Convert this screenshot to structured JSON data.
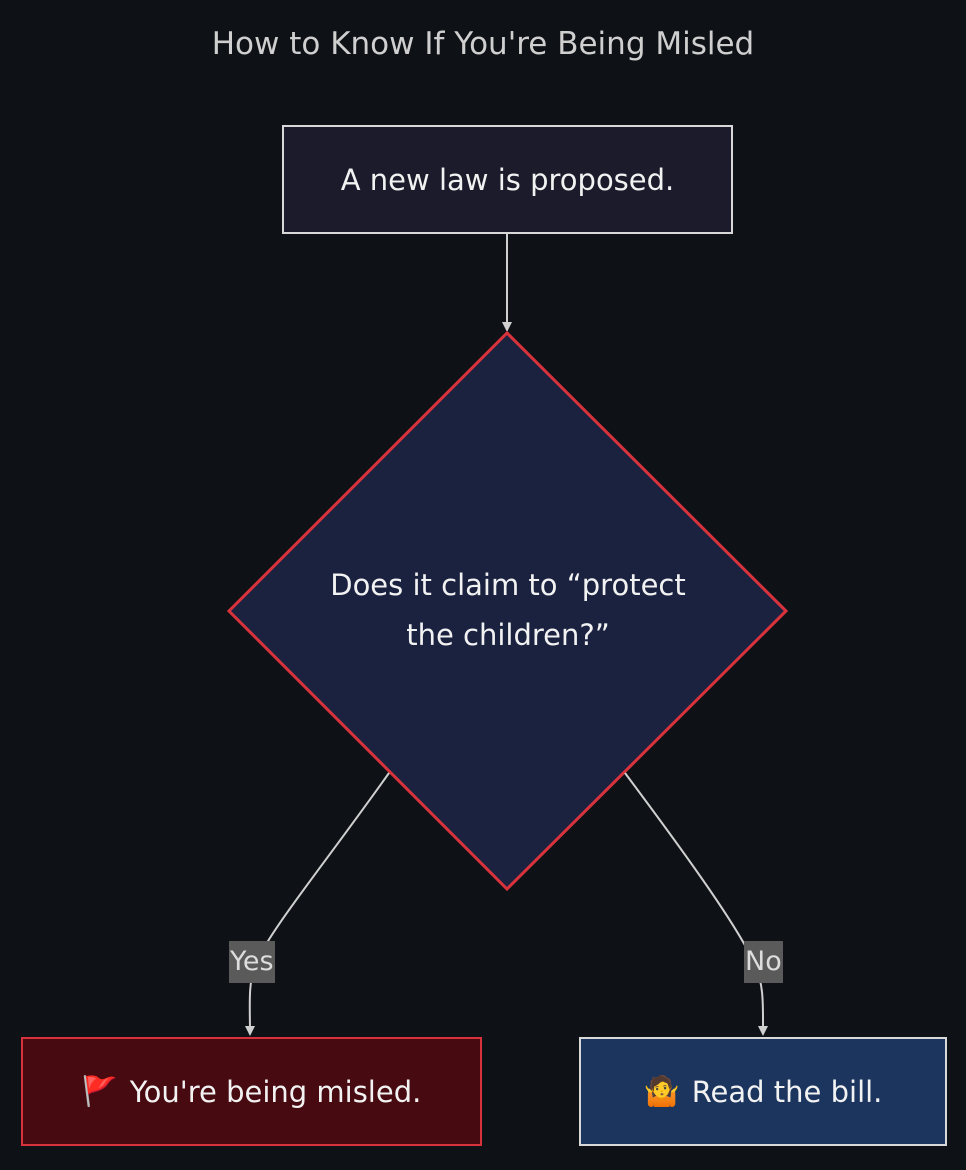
{
  "diagram": {
    "title": "How to Know If You're Being Misled",
    "nodes": {
      "start": {
        "label": "A new law is proposed."
      },
      "decision": {
        "line1": "Does it claim to “protect",
        "line2": "the children?”"
      },
      "yes": {
        "icon": "🚩",
        "label": "You're being misled."
      },
      "no": {
        "icon": "🤷",
        "label": "Read the bill."
      }
    },
    "edges": {
      "yes_label": "Yes",
      "no_label": "No"
    },
    "colors": {
      "background": "#0e1116",
      "decision_fill": "#1a2240",
      "decision_stroke": "#d8323c",
      "yes_fill": "#470a10",
      "no_fill": "#1b355e",
      "edge": "#d0d0d0"
    }
  }
}
